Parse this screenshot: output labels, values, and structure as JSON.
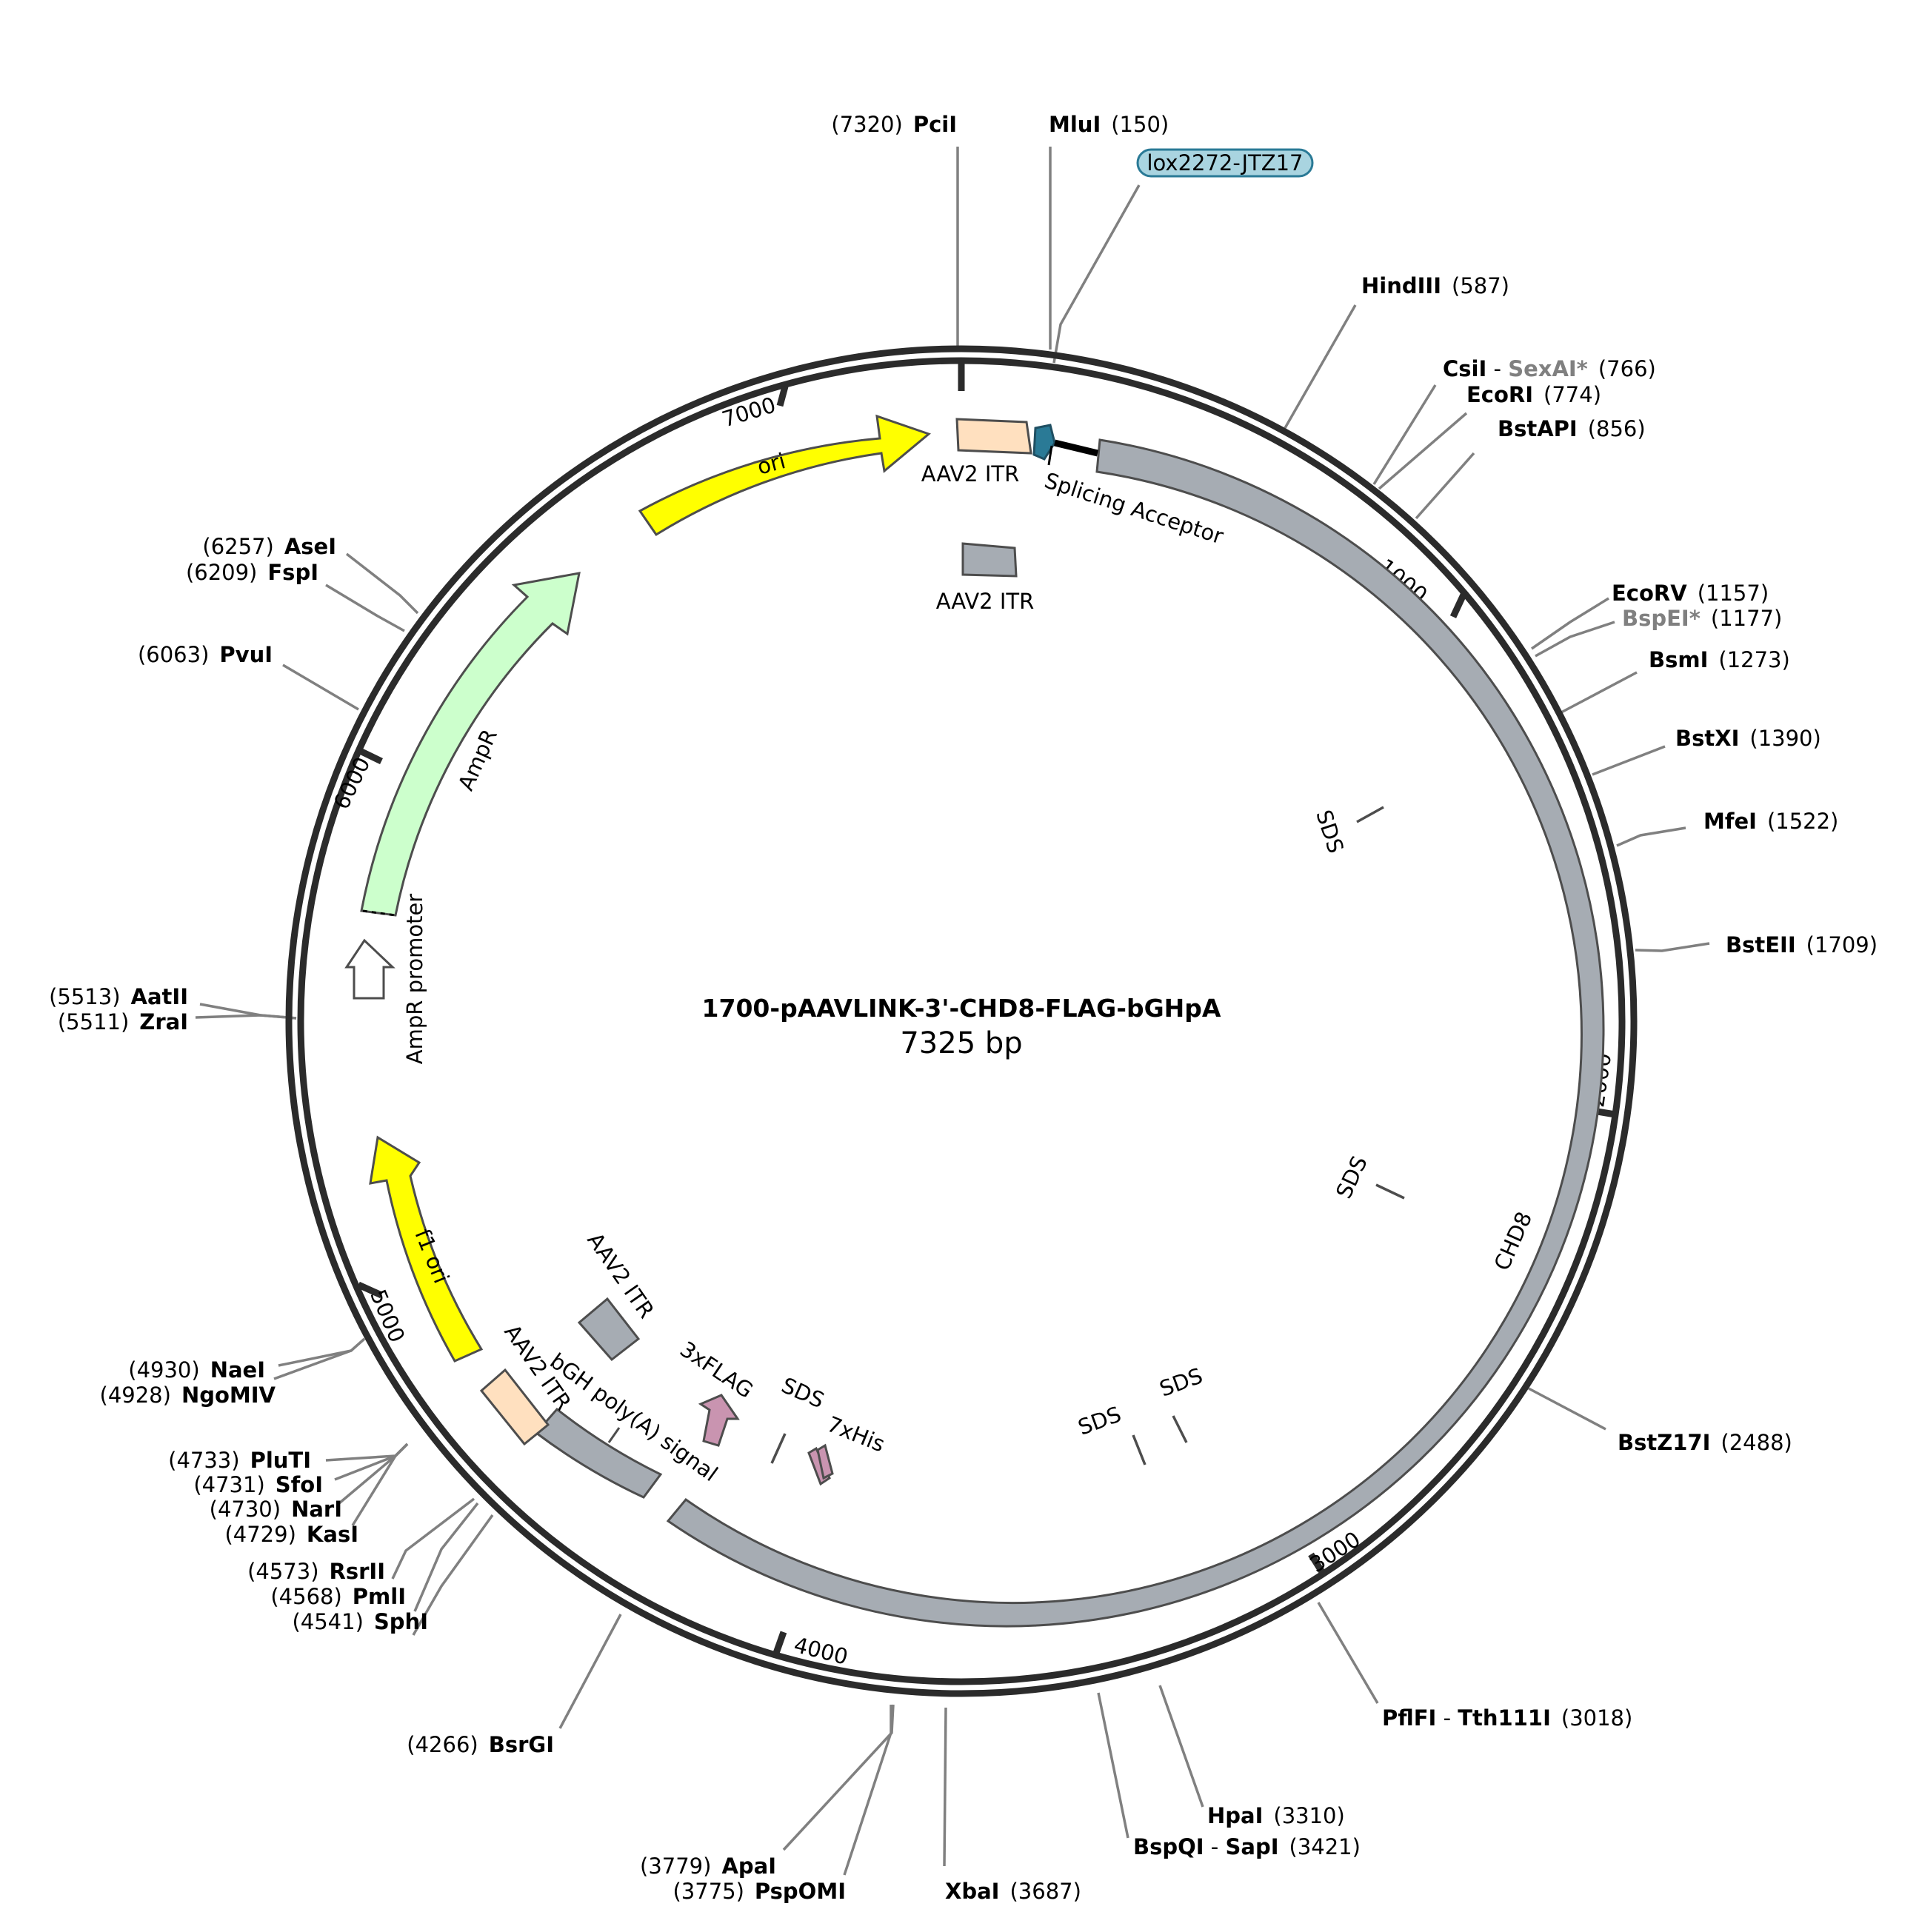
{
  "plasmid": {
    "name": "1700-pAAVLINK-3'-CHD8-FLAG-bGHpA",
    "size_label": "7325 bp"
  },
  "ticks": [
    {
      "label": "1000"
    },
    {
      "label": "2000"
    },
    {
      "label": "3000"
    },
    {
      "label": "4000"
    },
    {
      "label": "5000"
    },
    {
      "label": "6000"
    },
    {
      "label": "7000"
    }
  ],
  "features": {
    "ori": "ori",
    "ampr": "AmpR",
    "ampr_promoter": "AmpR promoter",
    "f1_ori": "f1 ori",
    "aav2_itr": "AAV2 ITR",
    "splicing_acceptor": "Splicing Acceptor",
    "chd8": "CHD8",
    "sds": "SDS",
    "flag": "3xFLAG",
    "his": "7xHis",
    "bgh": "bGH poly(A) signal",
    "lox": "lox2272-JTZ17"
  },
  "sites": {
    "pcii": {
      "pos": "(7320)",
      "name": "PciI"
    },
    "mlui": {
      "pos": "(150)",
      "name": "MluI"
    },
    "hindiii": {
      "pos": "(587)",
      "name": "HindIII"
    },
    "csii": {
      "pos": "(766)",
      "name": "CsiI",
      "sep": " - ",
      "alt": "SexAI*"
    },
    "ecori": {
      "pos": "(774)",
      "name": "EcoRI"
    },
    "bstapi": {
      "pos": "(856)",
      "name": "BstAPI"
    },
    "ecorv": {
      "pos": "(1157)",
      "name": "EcoRV"
    },
    "bspei": {
      "pos": "(1177)",
      "name": "BspEI*"
    },
    "bsmi": {
      "pos": "(1273)",
      "name": "BsmI"
    },
    "bstxi": {
      "pos": "(1390)",
      "name": "BstXI"
    },
    "mfei": {
      "pos": "(1522)",
      "name": "MfeI"
    },
    "bsteii": {
      "pos": "(1709)",
      "name": "BstEII"
    },
    "bstz17i": {
      "pos": "(2488)",
      "name": "BstZ17I"
    },
    "pflfi": {
      "pos": "(3018)",
      "name": "PflFI",
      "sep": " - ",
      "alt": "Tth111I"
    },
    "hpai": {
      "pos": "(3310)",
      "name": "HpaI"
    },
    "bspqi": {
      "pos": "(3421)",
      "name": "BspQI",
      "sep": " - ",
      "alt": "SapI"
    },
    "xbai": {
      "pos": "(3687)",
      "name": "XbaI"
    },
    "apai": {
      "pos": "(3779)",
      "name": "ApaI"
    },
    "pspomi": {
      "pos": "(3775)",
      "name": "PspOMI"
    },
    "bsrgi": {
      "pos": "(4266)",
      "name": "BsrGI"
    },
    "sphi": {
      "pos": "(4541)",
      "name": "SphI"
    },
    "pmli": {
      "pos": "(4568)",
      "name": "PmlI"
    },
    "rsrii": {
      "pos": "(4573)",
      "name": "RsrII"
    },
    "kasi": {
      "pos": "(4729)",
      "name": "KasI"
    },
    "nari": {
      "pos": "(4730)",
      "name": "NarI"
    },
    "sfoi": {
      "pos": "(4731)",
      "name": "SfoI"
    },
    "pluti": {
      "pos": "(4733)",
      "name": "PluTI"
    },
    "ngomiv": {
      "pos": "(4928)",
      "name": "NgoMIV"
    },
    "naei": {
      "pos": "(4930)",
      "name": "NaeI"
    },
    "zrai": {
      "pos": "(5511)",
      "name": "ZraI"
    },
    "aatii": {
      "pos": "(5513)",
      "name": "AatII"
    },
    "pvui": {
      "pos": "(6063)",
      "name": "PvuI"
    },
    "fspi": {
      "pos": "(6209)",
      "name": "FspI"
    },
    "asei": {
      "pos": "(6257)",
      "name": "AseI"
    }
  },
  "colors": {
    "backbone": "#2b2b2b",
    "chd8": "#a6acb3",
    "ori": "#ffff00",
    "ampr": "#ccffcc",
    "itr": "#ffe0bf",
    "lox": "#a9d4e0",
    "splice": "#2a7a96",
    "flag": "#c994b0",
    "cutline": "#808080"
  }
}
